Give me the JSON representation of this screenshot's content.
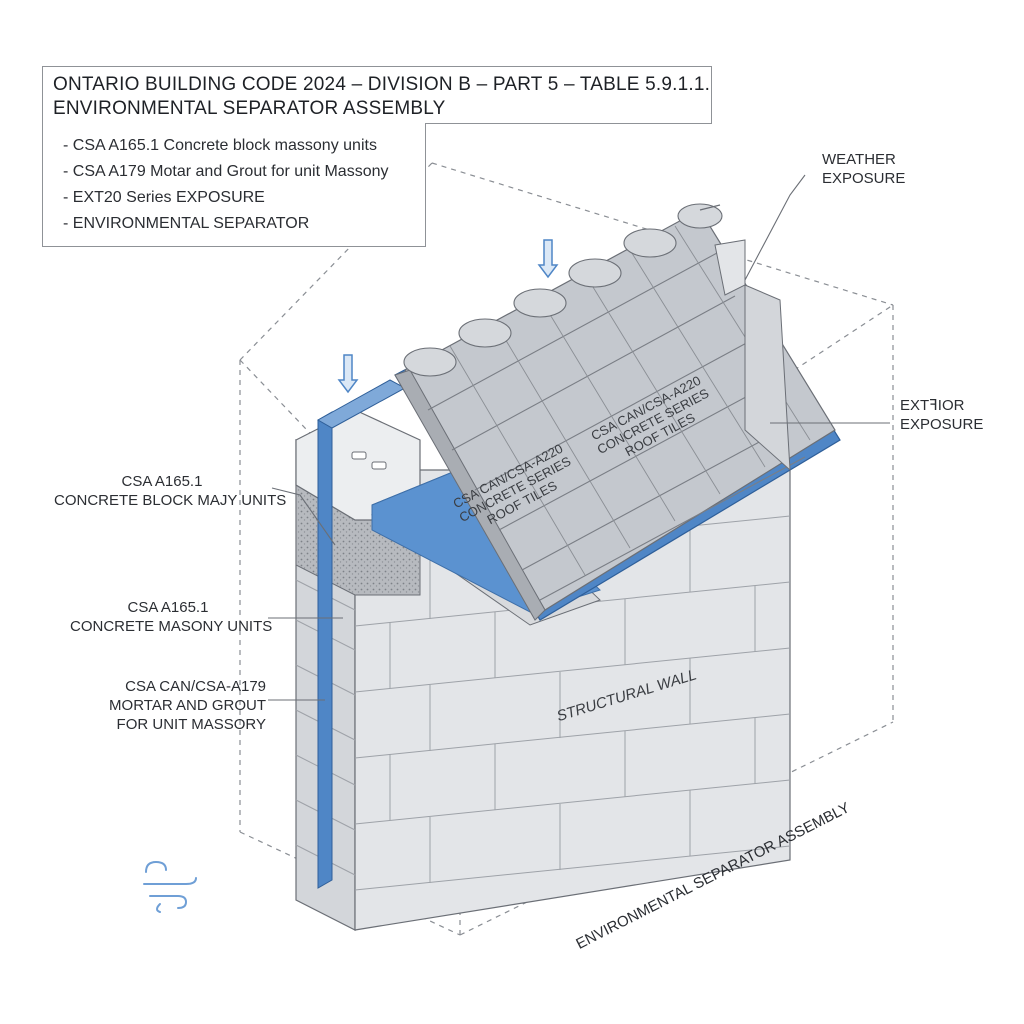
{
  "header": {
    "title_line1": "ONTARIO BUILDING CODE 2024 – DIVISION B – PART 5 – TABLE 5.9.1.1.",
    "title_line2": "ENVIRONMENTAL SEPARATOR ASSEMBLY"
  },
  "specs": [
    "CSA A165.1 Concrete block massony units",
    "CSA A179 Motar and Grout for unit Massony",
    "EXT20 Series EXPOSURE",
    "ENVIRONMENTAL SEPARATOR"
  ],
  "callouts": {
    "weather_line1": "WEATHER",
    "weather_line2": "EXPOSURE",
    "exterior_line1": "EXTꟻIOR",
    "exterior_line2": "EXPOSURE",
    "block_line1": "CSA A165.1",
    "block_line2": "CONCRETE BLOCK MAJY UNITS",
    "masonry_line1": "CSA A165.1",
    "masonry_line2": "CONCRETE MASONY UNITS",
    "mortar_line1": "CSA CAN/CSA-A179",
    "mortar_line2": "MORTAR AND GROUT",
    "mortar_line3": "FOR UNIT MASSORY"
  },
  "in_drawing": {
    "roof_text_right_1": "CSA CAN/CSA-A220",
    "roof_text_right_2": "CONCRETE SERIES",
    "roof_text_right_3": "ROOF TILES",
    "roof_text_left_1": "CSA CAN/CSA-A220",
    "roof_text_left_2": "CONCRETE SERIES",
    "roof_text_left_3": "ROOF TILES",
    "wall_label": "STRUCTURAL WALL",
    "assembly_label": "ENVIRONMENTAL SEPARATOR ASSEMBLY"
  },
  "icons": [
    "wind-icon",
    "arrow-down-icon"
  ],
  "colors": {
    "membrane_blue": "#4f86c6",
    "light_blue": "#7fa9d9",
    "block_face": "#e3e5e8",
    "block_shade": "#c9ccd1",
    "tile": "#c4c8ce",
    "line": "#6b6f76",
    "dashed": "#8a8e94"
  }
}
